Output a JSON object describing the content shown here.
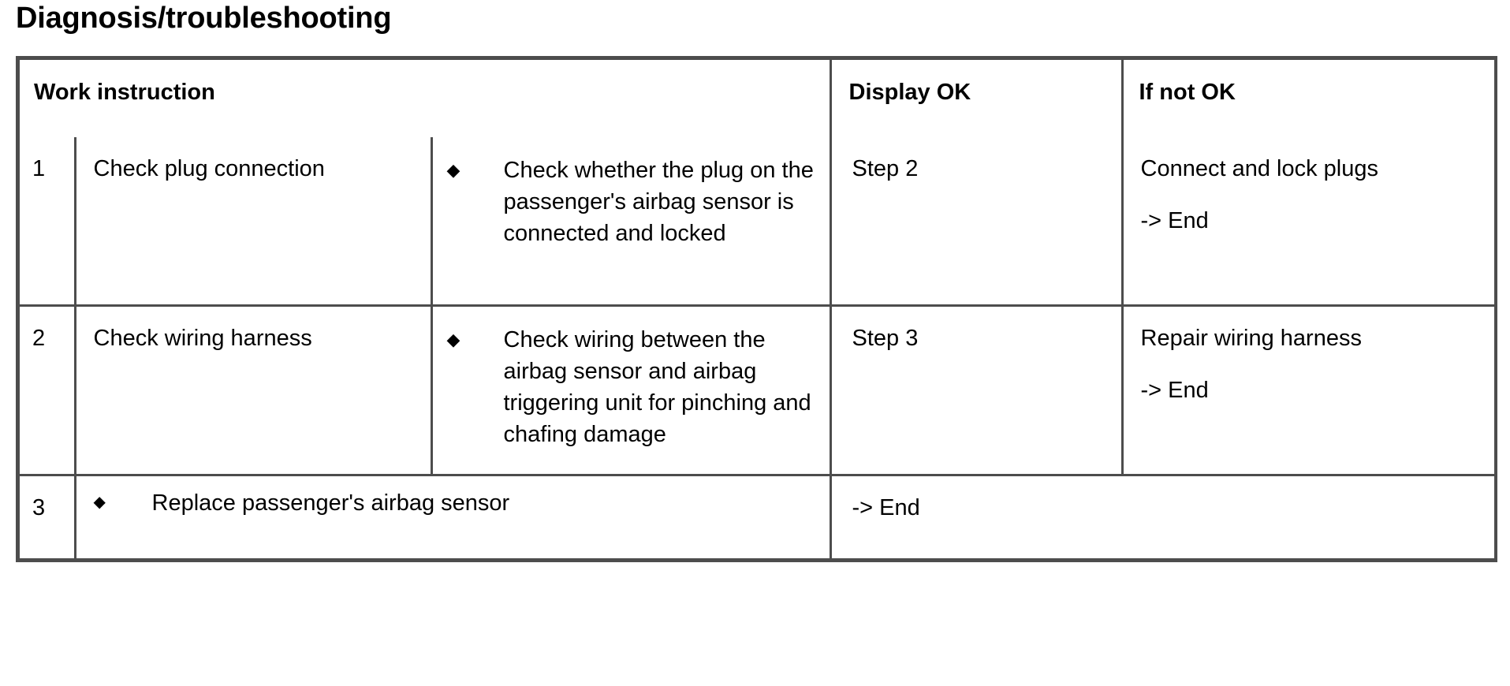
{
  "document": {
    "title": "Diagnosis/troubleshooting"
  },
  "table": {
    "headers": {
      "work_instruction": "Work instruction",
      "display_ok": "Display OK",
      "if_not_ok": "If not OK"
    },
    "bullet_glyph": "◆",
    "rows": [
      {
        "number": "1",
        "task": "Check plug connection",
        "detail": "Check whether the plug on the passenger's airbag sensor is connected and locked",
        "display_ok": "Step 2",
        "if_not_ok": "Connect and lock plugs",
        "if_not_ok_end": "-> End"
      },
      {
        "number": "2",
        "task": "Check wiring harness",
        "detail": "Check wiring between the airbag sensor and airbag triggering unit for pinching and chafing damage",
        "display_ok": "Step 3",
        "if_not_ok": "Repair wiring harness",
        "if_not_ok_end": "-> End"
      },
      {
        "number": "3",
        "task": "",
        "detail": "Replace passenger's airbag sensor",
        "display_ok": "-> End",
        "if_not_ok": "",
        "if_not_ok_end": ""
      }
    ]
  },
  "colors": {
    "border": "#4d4d4d",
    "text": "#000000",
    "background": "#ffffff"
  }
}
